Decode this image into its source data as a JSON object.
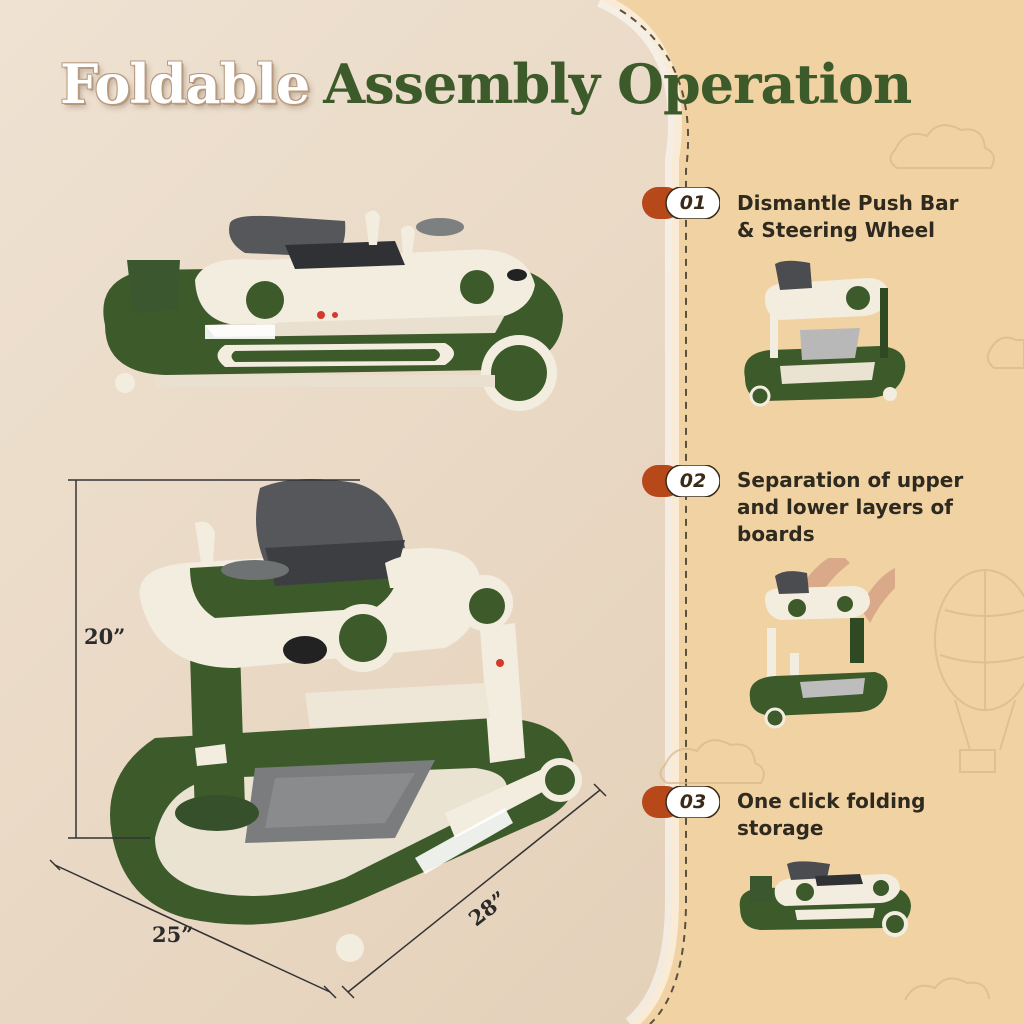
{
  "title": {
    "word1": "Foldable",
    "word2": "Assembly Operation"
  },
  "colors": {
    "left_bg": "#e8d6c0",
    "right_bg": "#f1d3a3",
    "brand_green": "#3d5a2a",
    "badge_orange": "#b7481a",
    "text_dark": "#2f2a1f"
  },
  "steps": [
    {
      "number": "01",
      "line1": "Dismantle Push Bar",
      "line2": "& Steering Wheel",
      "line3": ""
    },
    {
      "number": "02",
      "line1": "Separation of upper",
      "line2": "and lower layers of",
      "line3": "boards"
    },
    {
      "number": "03",
      "line1": "One click folding",
      "line2": "storage",
      "line3": ""
    }
  ],
  "dimensions": {
    "height": "20”",
    "width": "25”",
    "depth": "28”"
  },
  "images": {
    "folded_walker": "folded-walker-photo",
    "assembled_walker": "assembled-walker-photo",
    "step1_photo": "step1-walker-photo",
    "step2_photo": "step2-hands-separating-photo",
    "step3_photo": "step3-folded-photo"
  }
}
